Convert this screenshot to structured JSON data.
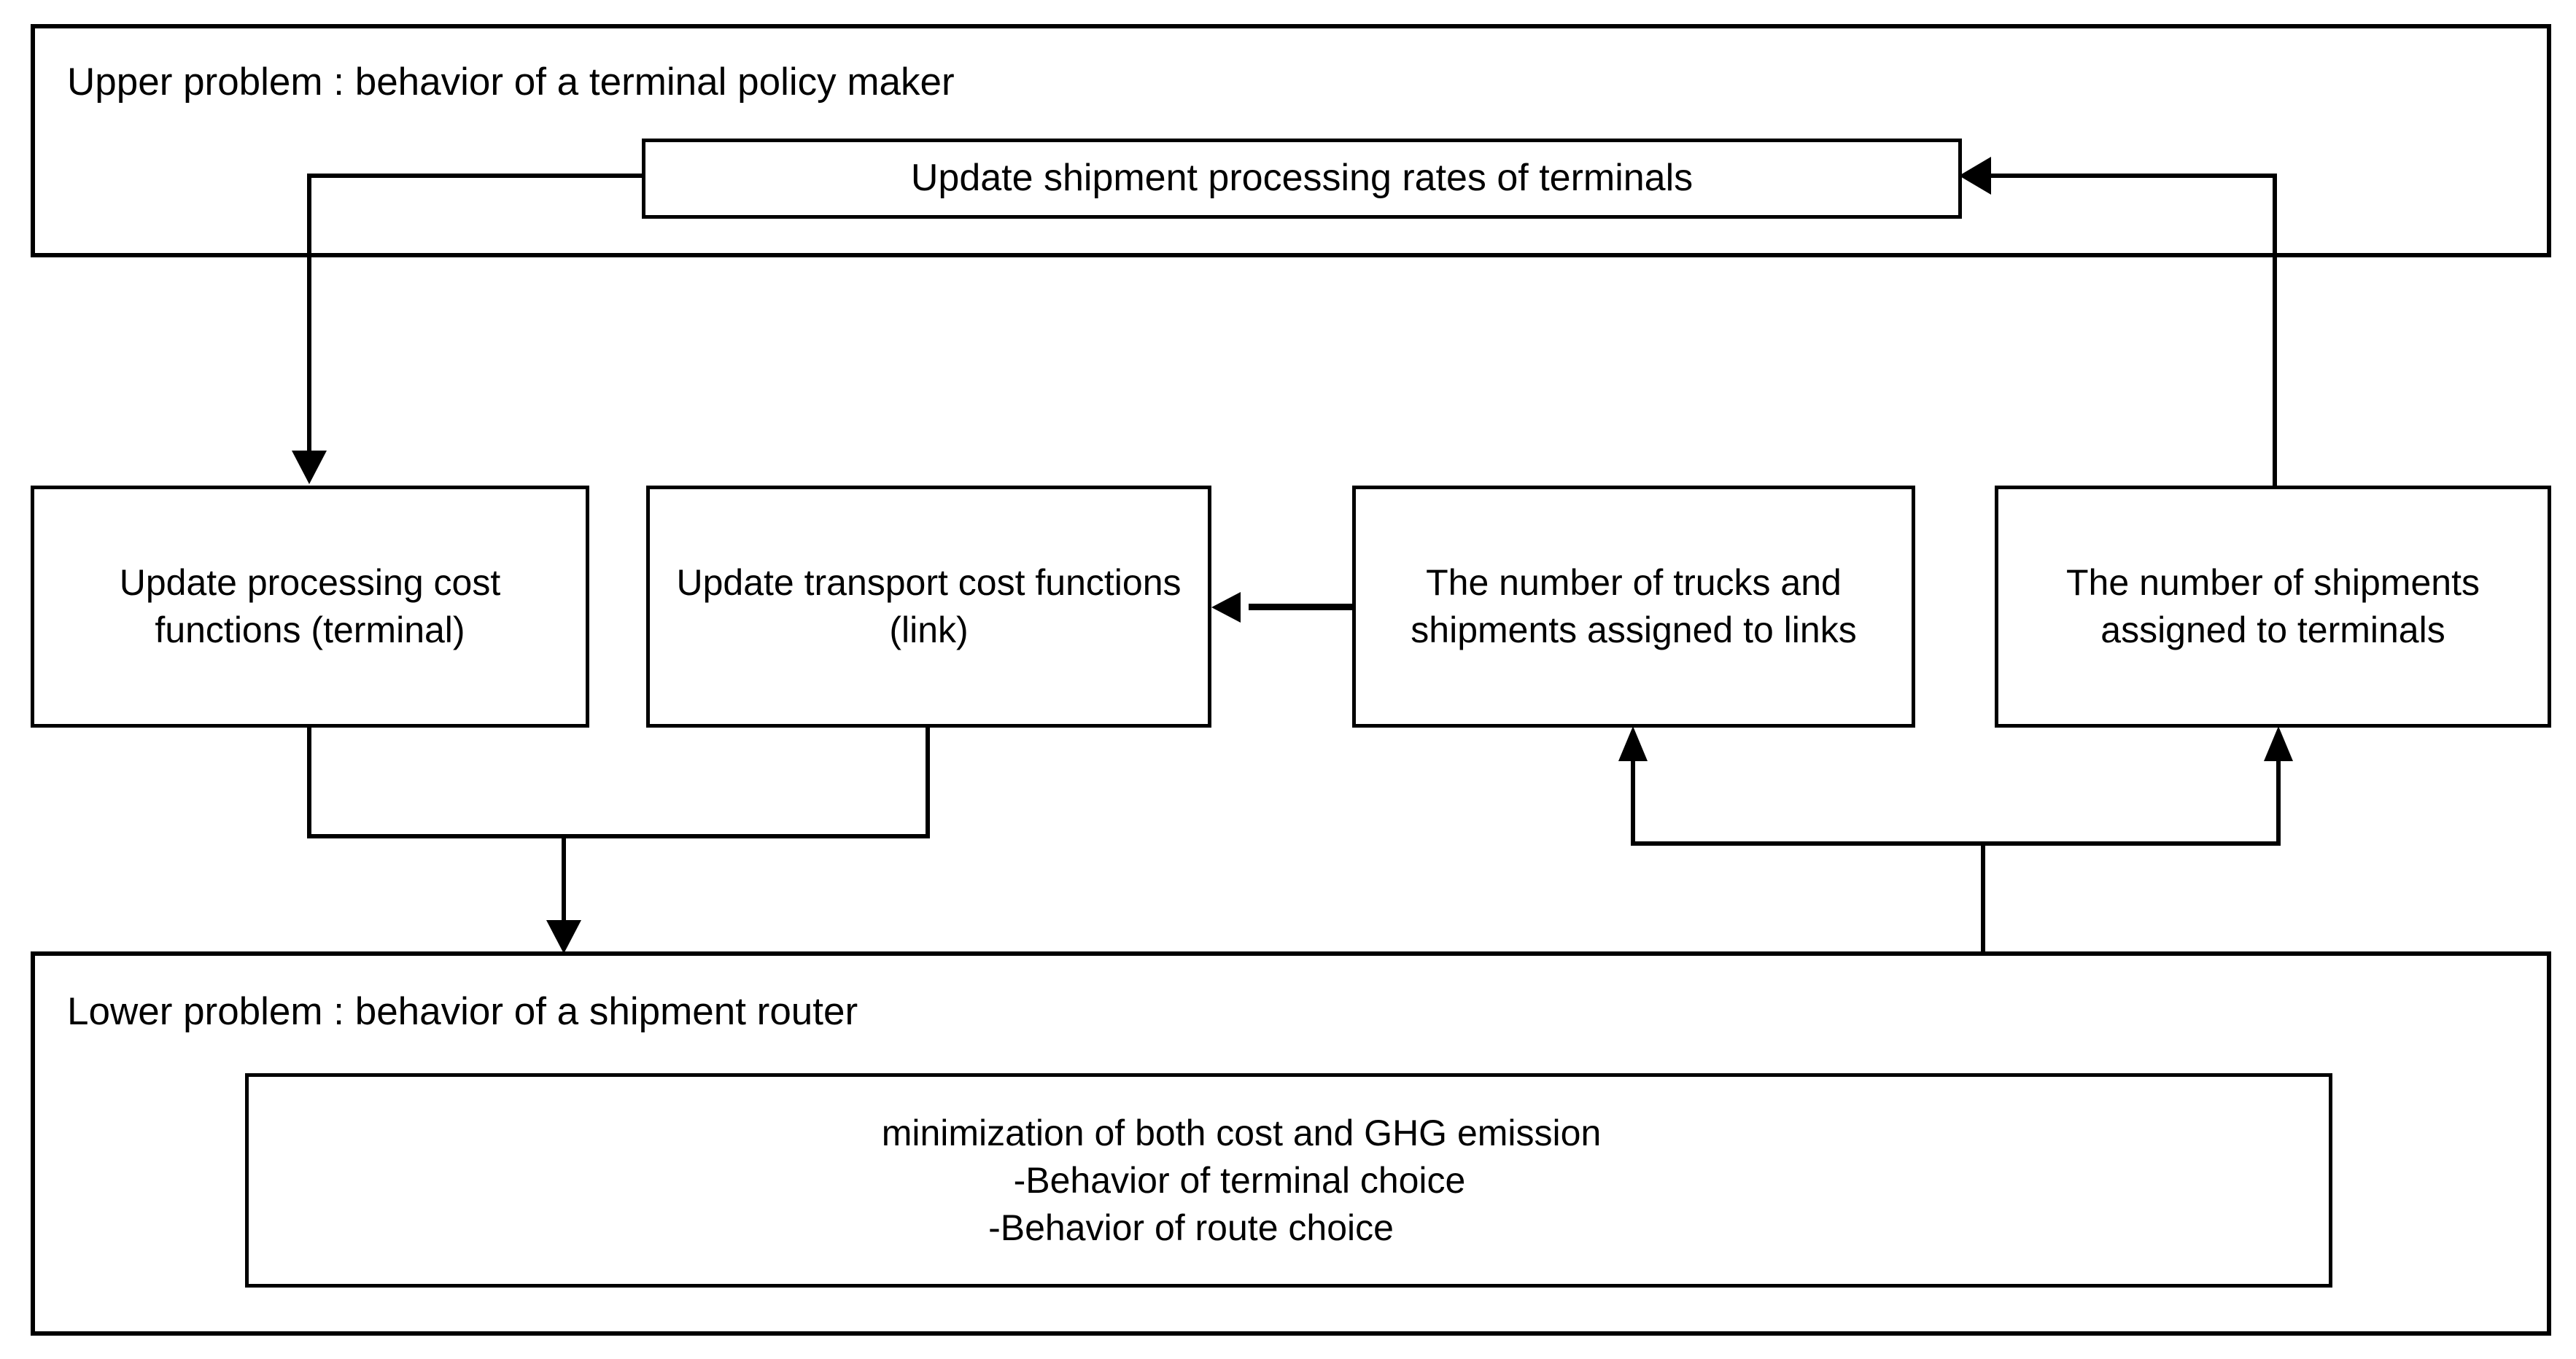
{
  "diagram": {
    "title_upper": "Upper problem : behavior of a terminal policy maker",
    "title_lower": "Lower problem : behavior of a shipment router",
    "nodes": {
      "update_rates": "Update shipment processing rates of terminals",
      "processing_cost": "Update processing cost functions (terminal)",
      "transport_cost": "Update transport cost functions (link)",
      "trucks_links": "The number of trucks and shipments assigned to links",
      "shipments_terminals": "The number of shipments assigned to terminals",
      "objective_line1": "minimization of both cost and GHG emission",
      "objective_line2": "-Behavior of terminal choice",
      "objective_line3": "-Behavior of route choice"
    },
    "colors": {
      "stroke": "#000000",
      "background": "#ffffff",
      "text": "#000000"
    }
  }
}
